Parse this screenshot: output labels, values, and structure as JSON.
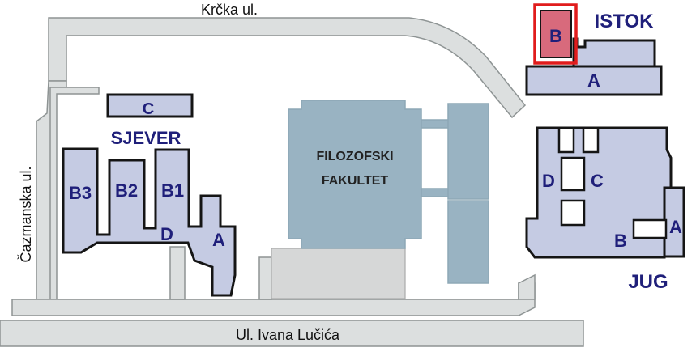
{
  "streets": {
    "north": "Krčka ul.",
    "west": "Čazmanska ul.",
    "south": "Ul. Ivana Lučića"
  },
  "faculty": {
    "line1": "FILOZOFSKI",
    "line2": "FAKULTET"
  },
  "wings": {
    "sjever": {
      "name": "SJEVER",
      "c": "C",
      "b3": "B3",
      "b2": "B2",
      "b1": "B1",
      "d": "D",
      "a": "A"
    },
    "istok": {
      "name": "ISTOK",
      "b": "B",
      "a": "A"
    },
    "jug": {
      "name": "JUG",
      "d": "D",
      "c": "C",
      "a": "A",
      "b": "B"
    }
  },
  "highlight": {
    "wing": "istok",
    "building": "B",
    "color": "#e01c1c"
  },
  "colors": {
    "building_fill": "#c5cbe3",
    "faculty_fill": "#99b3c2",
    "road_fill": "#dcdfdf",
    "label_color": "#1f1f7a",
    "highlight_fill": "#d86a7c"
  }
}
